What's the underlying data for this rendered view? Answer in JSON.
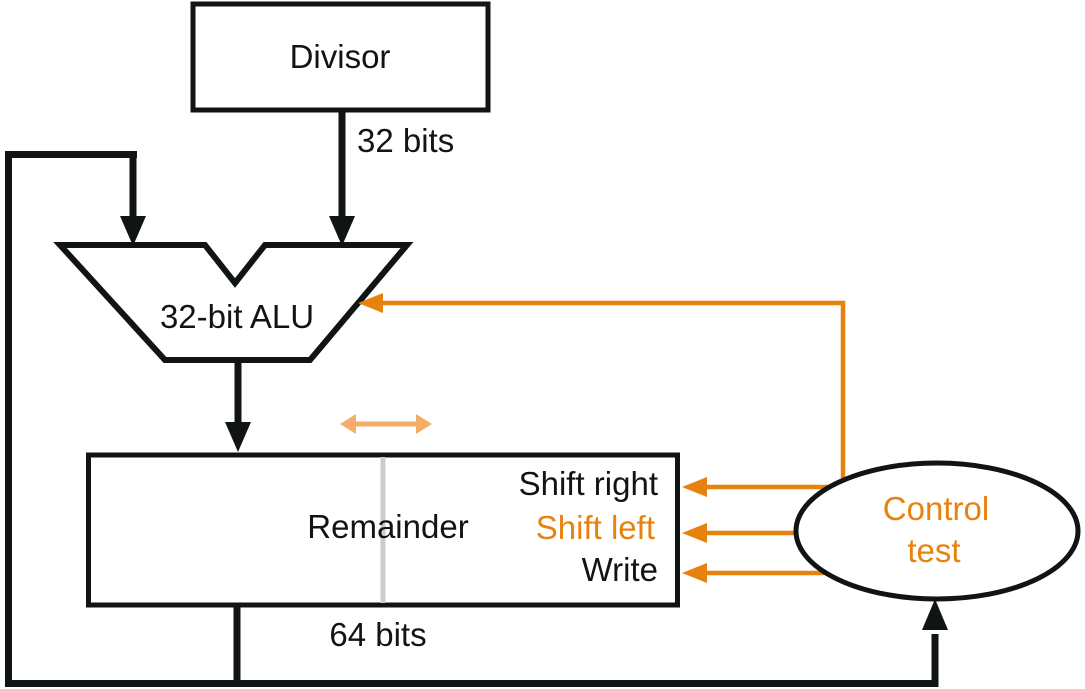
{
  "colors": {
    "ink": "#101414",
    "accent": "#e8820e",
    "accent_light": "#f3ad69",
    "divider": "#cccccc"
  },
  "divisor": {
    "label": "Divisor",
    "bus_label": "32 bits"
  },
  "alu": {
    "label": "32-bit ALU"
  },
  "remainder": {
    "label": "Remainder",
    "bus_label": "64 bits"
  },
  "control_signals": [
    {
      "label": "Shift right"
    },
    {
      "label": "Shift left"
    },
    {
      "label": "Write"
    }
  ],
  "control_unit": {
    "line1": "Control",
    "line2": "test"
  }
}
